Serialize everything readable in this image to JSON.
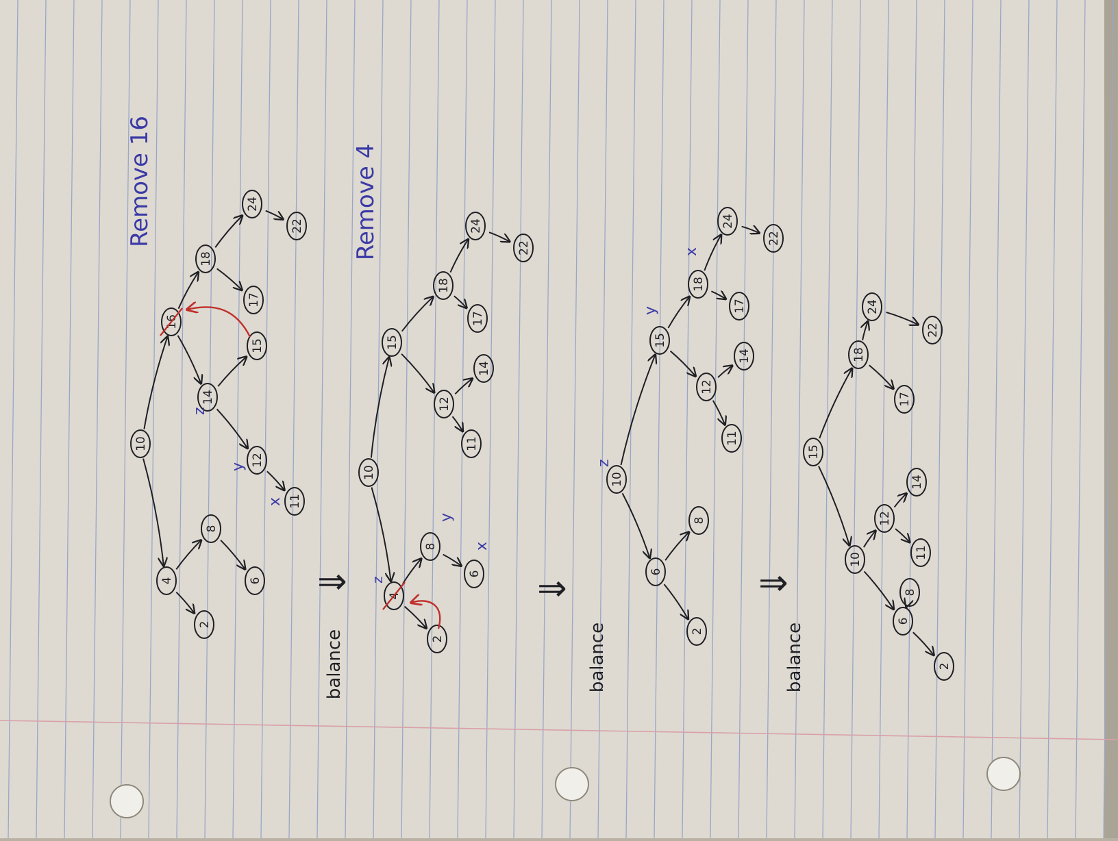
{
  "colors": {
    "paper": "#dedad1",
    "paper_shadow": "#aaa497",
    "rule_line": "#9aa6c9",
    "margin_line": "#d9a0a8",
    "ink": "#1f1f24",
    "heading_ink": "#3b3aa6",
    "red_ink": "#c0302c"
  },
  "diagram": {
    "headings": [
      {
        "id": "remove-16",
        "text": "Remove 16"
      },
      {
        "id": "remove-4",
        "text": "Remove 4"
      }
    ],
    "steps": [
      {
        "id": "step-1",
        "nodes": [
          {
            "id": "a10",
            "label": "10"
          },
          {
            "id": "a4",
            "label": "4"
          },
          {
            "id": "a2",
            "label": "2"
          },
          {
            "id": "a8",
            "label": "8"
          },
          {
            "id": "a6",
            "label": "6"
          },
          {
            "id": "a16",
            "label": "16",
            "crossed": true
          },
          {
            "id": "a14",
            "label": "14"
          },
          {
            "id": "a12",
            "label": "12"
          },
          {
            "id": "a11",
            "label": "11"
          },
          {
            "id": "a15",
            "label": "15"
          },
          {
            "id": "a18",
            "label": "18"
          },
          {
            "id": "a17",
            "label": "17"
          },
          {
            "id": "a24",
            "label": "24"
          },
          {
            "id": "a22",
            "label": "22"
          }
        ],
        "edges": [
          [
            "a10",
            "a4"
          ],
          [
            "a10",
            "a16"
          ],
          [
            "a4",
            "a2"
          ],
          [
            "a4",
            "a8"
          ],
          [
            "a8",
            "a6"
          ],
          [
            "a16",
            "a14"
          ],
          [
            "a16",
            "a18"
          ],
          [
            "a14",
            "a12"
          ],
          [
            "a14",
            "a15"
          ],
          [
            "a12",
            "a11"
          ],
          [
            "a18",
            "a17"
          ],
          [
            "a18",
            "a24"
          ],
          [
            "a24",
            "a22"
          ]
        ],
        "marks": [
          {
            "id": "m-z1",
            "text": "z"
          },
          {
            "id": "m-y1",
            "text": "y"
          },
          {
            "id": "m-x1",
            "text": "x"
          }
        ]
      },
      {
        "id": "step-2",
        "nodes": [
          {
            "id": "b10",
            "label": "10"
          },
          {
            "id": "b4",
            "label": "4",
            "crossed": true
          },
          {
            "id": "b2",
            "label": "2"
          },
          {
            "id": "b8",
            "label": "8"
          },
          {
            "id": "b6",
            "label": "6"
          },
          {
            "id": "b15",
            "label": "15"
          },
          {
            "id": "b12",
            "label": "12"
          },
          {
            "id": "b11",
            "label": "11"
          },
          {
            "id": "b14",
            "label": "14"
          },
          {
            "id": "b18",
            "label": "18"
          },
          {
            "id": "b17",
            "label": "17"
          },
          {
            "id": "b24",
            "label": "24"
          },
          {
            "id": "b22",
            "label": "22"
          }
        ],
        "edges": [
          [
            "b10",
            "b4"
          ],
          [
            "b10",
            "b15"
          ],
          [
            "b4",
            "b2"
          ],
          [
            "b4",
            "b8"
          ],
          [
            "b8",
            "b6"
          ],
          [
            "b15",
            "b12"
          ],
          [
            "b15",
            "b18"
          ],
          [
            "b12",
            "b11"
          ],
          [
            "b12",
            "b14"
          ],
          [
            "b18",
            "b17"
          ],
          [
            "b18",
            "b24"
          ],
          [
            "b24",
            "b22"
          ]
        ],
        "marks": [
          {
            "id": "m-z2",
            "text": "z"
          },
          {
            "id": "m-y2",
            "text": "y"
          },
          {
            "id": "m-x2",
            "text": "x"
          }
        ]
      },
      {
        "id": "step-3",
        "nodes": [
          {
            "id": "c10",
            "label": "10"
          },
          {
            "id": "c6",
            "label": "6"
          },
          {
            "id": "c2",
            "label": "2"
          },
          {
            "id": "c8",
            "label": "8"
          },
          {
            "id": "c15",
            "label": "15"
          },
          {
            "id": "c12",
            "label": "12"
          },
          {
            "id": "c11",
            "label": "11"
          },
          {
            "id": "c14",
            "label": "14"
          },
          {
            "id": "c18",
            "label": "18"
          },
          {
            "id": "c17",
            "label": "17"
          },
          {
            "id": "c24",
            "label": "24"
          },
          {
            "id": "c22",
            "label": "22"
          }
        ],
        "edges": [
          [
            "c10",
            "c6"
          ],
          [
            "c10",
            "c15"
          ],
          [
            "c6",
            "c2"
          ],
          [
            "c6",
            "c8"
          ],
          [
            "c15",
            "c12"
          ],
          [
            "c15",
            "c18"
          ],
          [
            "c12",
            "c11"
          ],
          [
            "c12",
            "c14"
          ],
          [
            "c18",
            "c17"
          ],
          [
            "c18",
            "c24"
          ],
          [
            "c24",
            "c22"
          ]
        ],
        "marks": [
          {
            "id": "m-z3",
            "text": "z"
          },
          {
            "id": "m-y3",
            "text": "y"
          },
          {
            "id": "m-x3",
            "text": "x"
          }
        ]
      },
      {
        "id": "step-4",
        "nodes": [
          {
            "id": "d15",
            "label": "15"
          },
          {
            "id": "d10",
            "label": "10"
          },
          {
            "id": "d6",
            "label": "6"
          },
          {
            "id": "d2",
            "label": "2"
          },
          {
            "id": "d8",
            "label": "8"
          },
          {
            "id": "d12",
            "label": "12"
          },
          {
            "id": "d11",
            "label": "11"
          },
          {
            "id": "d14",
            "label": "14"
          },
          {
            "id": "d18",
            "label": "18"
          },
          {
            "id": "d17",
            "label": "17"
          },
          {
            "id": "d24",
            "label": "24"
          },
          {
            "id": "d22",
            "label": "22"
          }
        ],
        "edges": [
          [
            "d15",
            "d10"
          ],
          [
            "d15",
            "d18"
          ],
          [
            "d10",
            "d6"
          ],
          [
            "d10",
            "d12"
          ],
          [
            "d6",
            "d2"
          ],
          [
            "d6",
            "d8"
          ],
          [
            "d12",
            "d11"
          ],
          [
            "d12",
            "d14"
          ],
          [
            "d18",
            "d17"
          ],
          [
            "d18",
            "d24"
          ],
          [
            "d24",
            "d22"
          ]
        ],
        "marks": []
      }
    ],
    "transitions": [
      {
        "id": "t1",
        "arrow": "⇓",
        "label": "balance"
      },
      {
        "id": "t2",
        "arrow": "⇓",
        "label": "balance"
      },
      {
        "id": "t3",
        "arrow": "⇓",
        "label": "balance"
      }
    ]
  }
}
